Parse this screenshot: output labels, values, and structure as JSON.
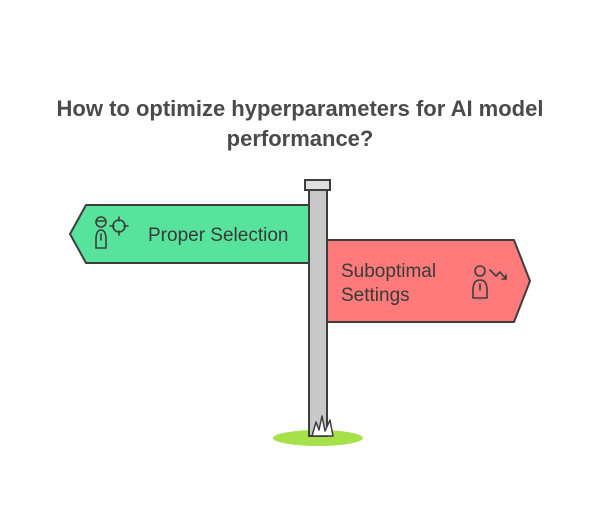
{
  "title": {
    "line1": "How to optimize hyperparameters for AI model",
    "line2": "performance?"
  },
  "signs": {
    "left": {
      "label": "Proper Selection",
      "color": "#57e39c",
      "icon": "person-target-icon"
    },
    "right": {
      "label_line1": "Suboptimal",
      "label_line2": "Settings",
      "color": "#ff7a7a",
      "icon": "person-decline-icon"
    }
  },
  "colors": {
    "post": "#c8c8c8",
    "outline": "#3d3d3d",
    "grass": "#a6e04a"
  }
}
